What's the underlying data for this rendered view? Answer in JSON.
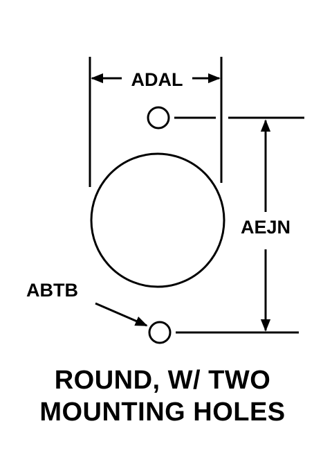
{
  "diagram": {
    "labels": {
      "width_dimension": "ADAL",
      "hole_spacing_dimension": "AEJN",
      "hole_callout": "ABTB"
    },
    "caption": {
      "line1": "ROUND, W/ TWO",
      "line2": "MOUNTING HOLES"
    },
    "colors": {
      "ink": "#000000",
      "background": "#ffffff"
    }
  }
}
